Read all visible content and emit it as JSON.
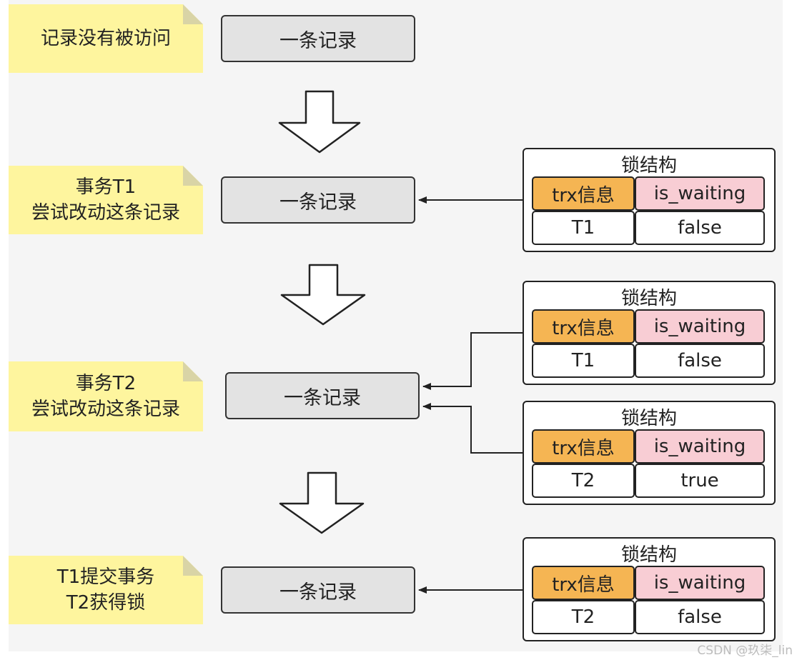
{
  "notes": [
    {
      "line1": "记录没有被访问",
      "line2": ""
    },
    {
      "line1": "事务T1",
      "line2": "尝试改动这条记录"
    },
    {
      "line1": "事务T2",
      "line2": "尝试改动这条记录"
    },
    {
      "line1": "T1提交事务",
      "line2": "T2获得锁"
    }
  ],
  "record_label": "一条记录",
  "lock_title": "锁结构",
  "col_trx": "trx信息",
  "col_wait": "is_waiting",
  "locks": [
    {
      "trx": "T1",
      "waiting": "false"
    },
    {
      "trx": "T1",
      "waiting": "false"
    },
    {
      "trx": "T2",
      "waiting": "true"
    },
    {
      "trx": "T2",
      "waiting": "false"
    }
  ],
  "watermark": "CSDN @玖柒_lin",
  "colors": {
    "note": "#fef59e",
    "trx": "#f5b553",
    "waiting": "#f8cdd4",
    "record": "#e3e3e3"
  }
}
